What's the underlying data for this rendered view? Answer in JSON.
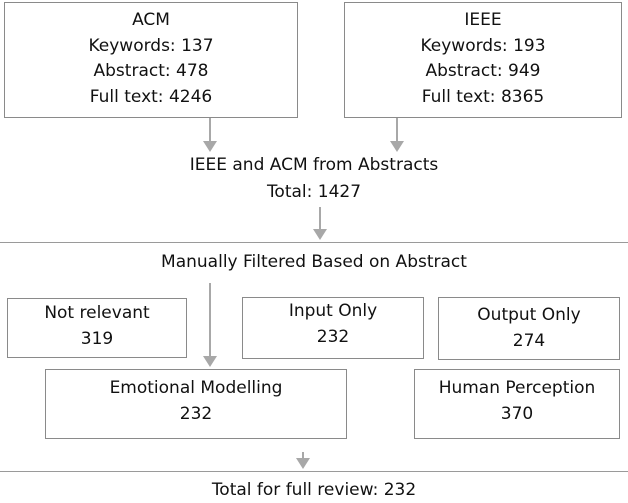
{
  "sources": {
    "acm": {
      "name": "ACM",
      "keywords": "Keywords: 137",
      "abstract": "Abstract: 478",
      "full_text": "Full text: 4246"
    },
    "ieee": {
      "name": "IEEE",
      "keywords": "Keywords: 193",
      "abstract": "Abstract: 949",
      "full_text": "Full text: 8365"
    }
  },
  "combined": {
    "title": "IEEE and ACM from Abstracts",
    "total": "Total: 1427"
  },
  "filter_stage": {
    "label": "Manually Filtered Based on Abstract"
  },
  "categories": {
    "not_relevant": {
      "label": "Not relevant",
      "count": "319"
    },
    "input_only": {
      "label": "Input Only",
      "count": "232"
    },
    "output_only": {
      "label": "Output Only",
      "count": "274"
    },
    "emotional_modelling": {
      "label": "Emotional Modelling",
      "count": "232"
    },
    "human_perception": {
      "label": "Human Perception",
      "count": "370"
    }
  },
  "final": {
    "label": "Total for full review: 232"
  },
  "colors": {
    "border": "#8a8a8a",
    "arrow": "#a8a8a8",
    "rule": "#9a9a9a",
    "text": "#111111"
  }
}
